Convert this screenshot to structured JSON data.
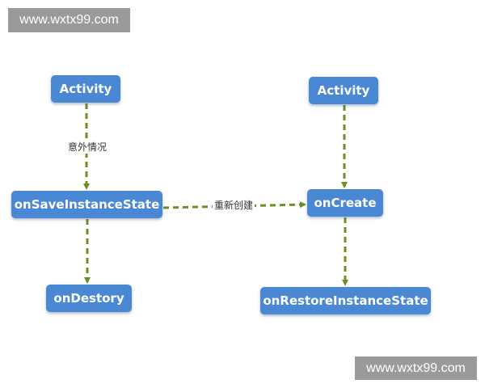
{
  "watermarks": {
    "top": "www.wxtx99.com",
    "bottom": "www.wxtx99.com"
  },
  "nodes": {
    "activity_left": "Activity",
    "save_state": "onSaveInstanceState",
    "destroy": "onDestory",
    "activity_right": "Activity",
    "create": "onCreate",
    "restore_state": "onRestoreInstanceState"
  },
  "edge_labels": {
    "unexpected": "意外情况",
    "recreate": "重新创建"
  },
  "colors": {
    "node_fill": "#4a88d4",
    "node_text": "#ffffff",
    "edge": "#6b8e23",
    "watermark_bg": "#9a9a9a"
  }
}
